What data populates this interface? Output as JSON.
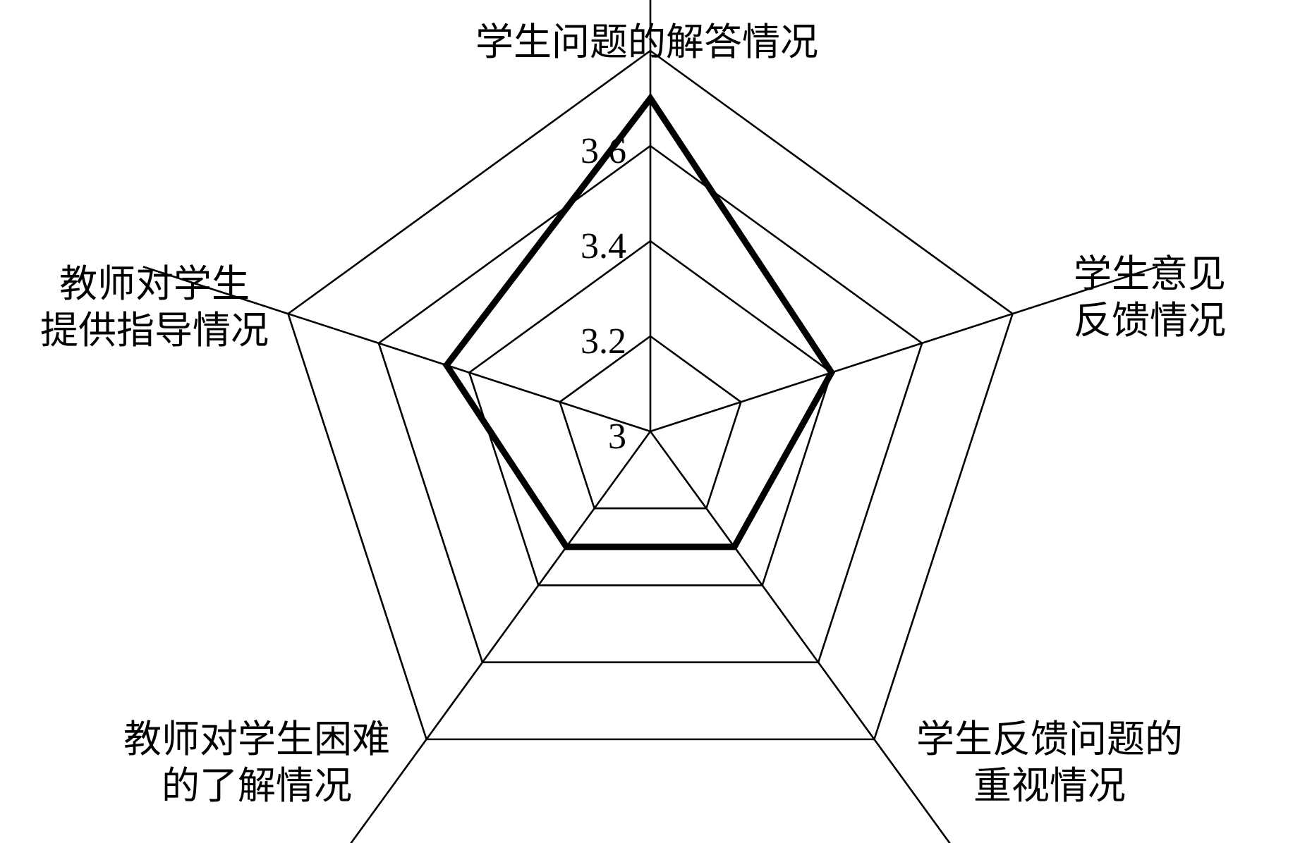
{
  "chart_data": {
    "type": "radar",
    "axes": [
      [
        "学生问题的解答情况"
      ],
      [
        "学生意见",
        "反馈情况"
      ],
      [
        "学生反馈问题的",
        "重视情况"
      ],
      [
        "教师对学生困难",
        "的了解情况"
      ],
      [
        "教师对学生",
        "提供指导情况"
      ]
    ],
    "ticks": [
      3,
      3.2,
      3.4,
      3.6
    ],
    "tick_labels": [
      "3",
      "3.2",
      "3.4",
      "3.6"
    ],
    "range": [
      3,
      3.8
    ],
    "grid": true,
    "series": [
      {
        "values": [
          3.7,
          3.4,
          3.3,
          3.3,
          3.45
        ]
      }
    ],
    "colors": {
      "line": "#000000",
      "grid": "#000000",
      "background": "#ffffff"
    }
  }
}
